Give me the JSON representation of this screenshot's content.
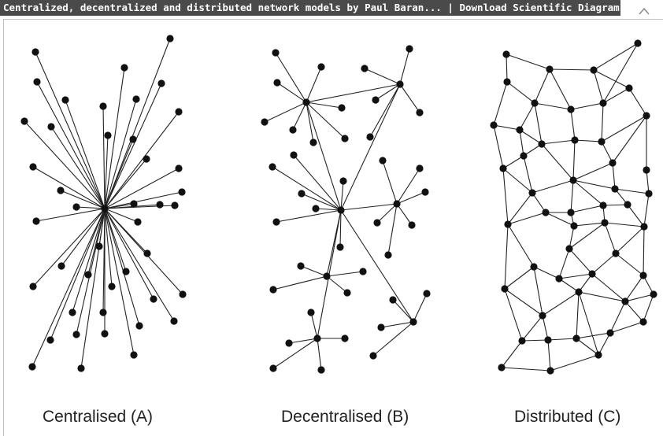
{
  "window": {
    "title": "Centralized, decentralized and distributed network models by Paul Baran... | Download Scientific Diagram"
  },
  "diagram": {
    "captions": {
      "centralised": "Centralised (A)",
      "decentralised": "Decentralised (B)",
      "distributed": "Distributed (C)"
    }
  }
}
